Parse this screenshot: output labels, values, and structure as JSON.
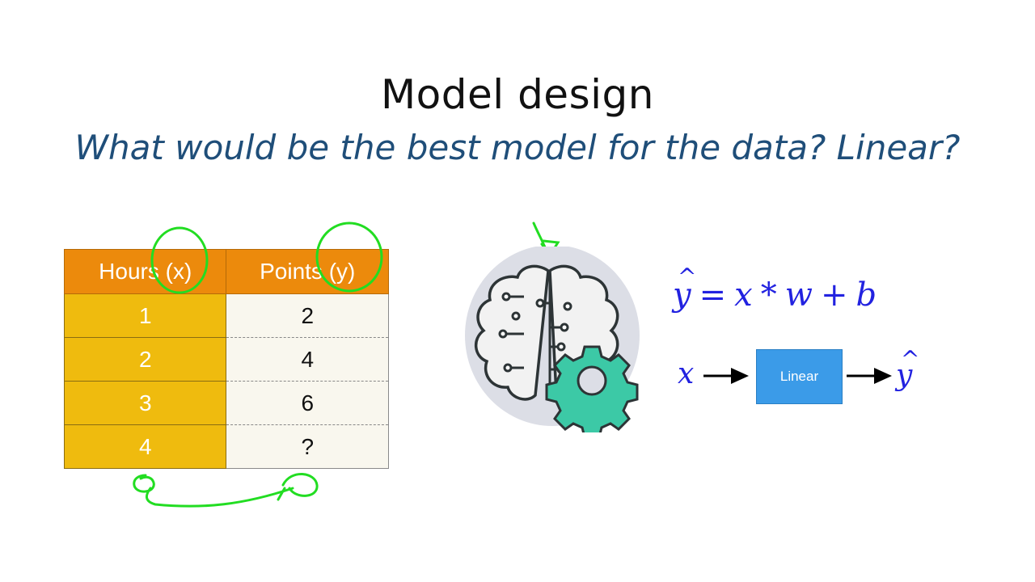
{
  "slide": {
    "title": "Model design",
    "subtitle": "What would be the best model for the data? Linear?"
  },
  "table": {
    "headers": [
      "Hours (x)",
      "Points (y)"
    ],
    "rows": [
      [
        "1",
        "2"
      ],
      [
        "2",
        "4"
      ],
      [
        "3",
        "6"
      ],
      [
        "4",
        "?"
      ]
    ]
  },
  "formula": {
    "lhs": "y",
    "x": "x",
    "times": "*",
    "w": "w",
    "plus": "+",
    "b": "b",
    "equals": "="
  },
  "diagram": {
    "input": "x",
    "block_label": "Linear",
    "output": "y"
  },
  "colors": {
    "header": "#ec8a0c",
    "x_col": "#efbb0e",
    "y_col": "#f9f7ee",
    "accent_blue": "#3b9be8",
    "math": "#2222e0",
    "annotation": "#22dd22",
    "gear": "#3cc9a6"
  }
}
